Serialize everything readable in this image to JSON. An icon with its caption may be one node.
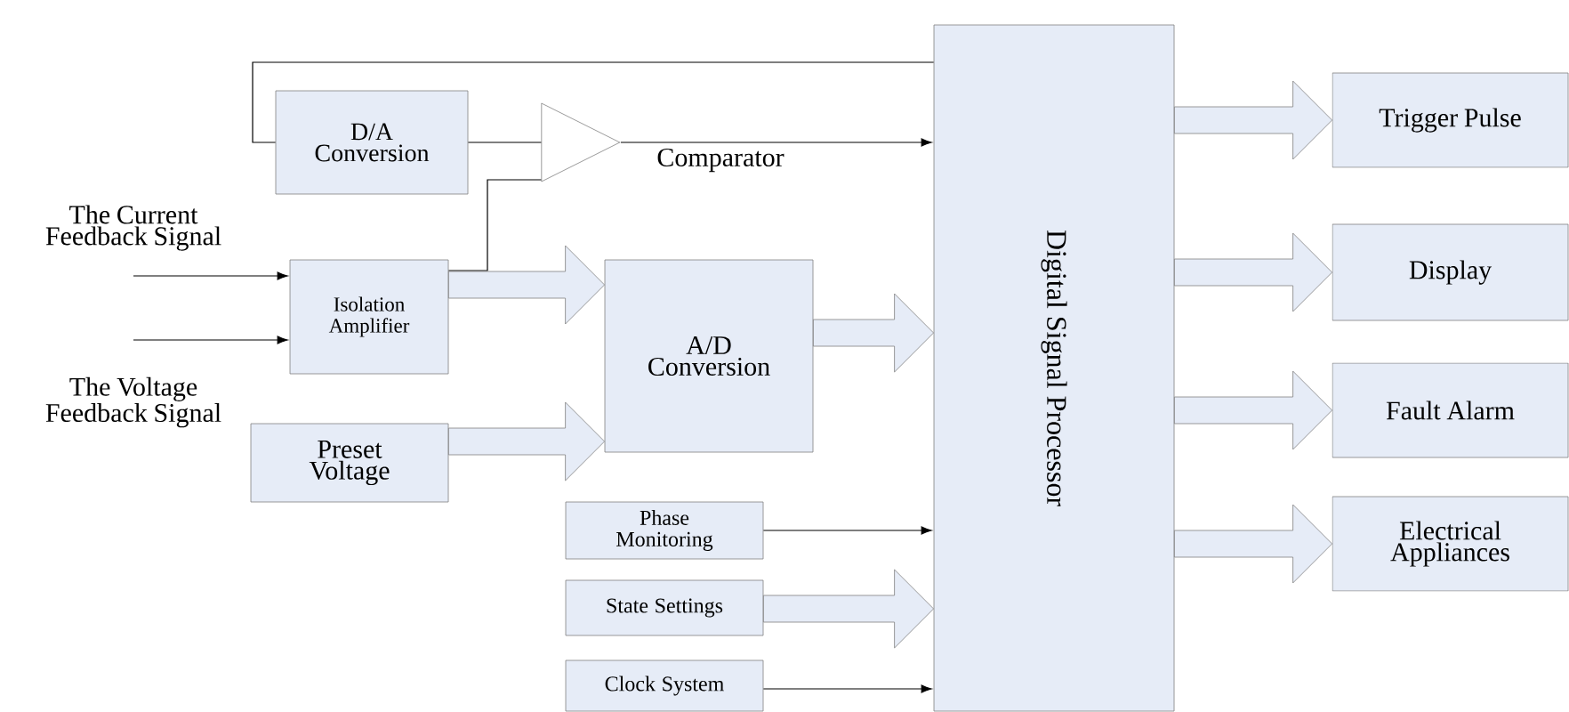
{
  "diagram": {
    "nodes": [
      {
        "text": [
          "D/A Conversion"
        ]
      },
      {
        "text": [],
        "shape": "triangle",
        "beside": [
          "Comparator"
        ]
      },
      {
        "text": [
          "Isolation Amplifier"
        ]
      },
      {
        "text": [
          "A/D Conversion"
        ]
      },
      {
        "text": [
          "Preset Voltage"
        ]
      },
      {
        "text": [
          "Phase Monitoring"
        ]
      },
      {
        "text": [
          "State Settings"
        ]
      },
      {
        "text": [
          "Clock System"
        ]
      },
      {
        "text": [
          "Digital Signal Processor"
        ]
      },
      {
        "text": [
          "Trigger Pulse"
        ]
      },
      {
        "text": [
          "Display"
        ]
      },
      {
        "text": [
          "Fault Alarm"
        ]
      },
      {
        "text": [
          "Electrical Appliances"
        ]
      }
    ],
    "edges": [
      {
        "from": 8,
        "to": 0,
        "arrow": "none"
      },
      {
        "from": 0,
        "to": 1,
        "arrow": "none"
      },
      {
        "from": 2,
        "to": 1,
        "arrow": "none"
      },
      {
        "from": 1,
        "to": 8,
        "arrow": "to"
      },
      {
        "from": null,
        "to": 2,
        "arrow": "to",
        "label": "The Current Feedback Signal"
      },
      {
        "from": null,
        "to": 2,
        "arrow": "to",
        "label": "The Voltage Feedback Signal"
      },
      {
        "from": 2,
        "to": 3,
        "arrow": "to",
        "style": "thick"
      },
      {
        "from": 4,
        "to": 3,
        "arrow": "to",
        "style": "thick"
      },
      {
        "from": 3,
        "to": 8,
        "arrow": "to",
        "style": "thick"
      },
      {
        "from": 5,
        "to": 8,
        "arrow": "to"
      },
      {
        "from": 6,
        "to": 8,
        "arrow": "to",
        "style": "thick"
      },
      {
        "from": 7,
        "to": 8,
        "arrow": "to"
      },
      {
        "from": 8,
        "to": 9,
        "arrow": "to",
        "style": "thick"
      },
      {
        "from": 8,
        "to": 10,
        "arrow": "to",
        "style": "thick"
      },
      {
        "from": 8,
        "to": 11,
        "arrow": "to",
        "style": "thick"
      },
      {
        "from": 8,
        "to": 12,
        "arrow": "to",
        "style": "thick"
      }
    ]
  }
}
